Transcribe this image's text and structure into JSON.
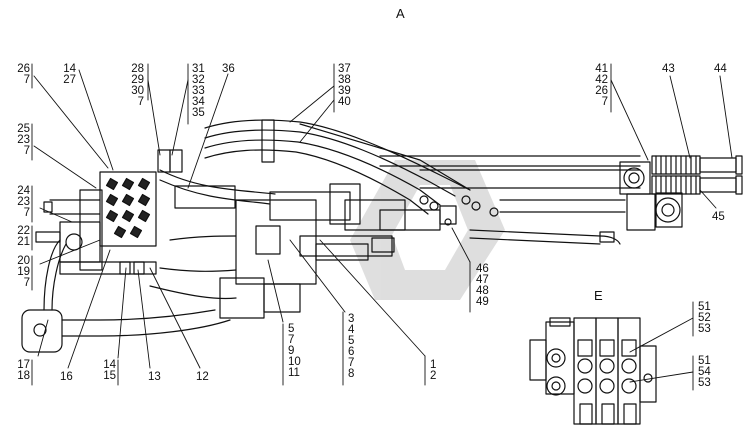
{
  "views": {
    "main": "А",
    "detail": "Е"
  },
  "callouts": {
    "c_26_7": [
      "26",
      "7"
    ],
    "c_14_27": [
      "14",
      "27"
    ],
    "c_28_30": [
      "28",
      "29",
      "30",
      "7"
    ],
    "c_31_35": [
      "31",
      "32",
      "33",
      "34",
      "35"
    ],
    "c_36": [
      "36"
    ],
    "c_37_40": [
      "37",
      "38",
      "39",
      "40"
    ],
    "c_41_7": [
      "41",
      "42",
      "26",
      "7"
    ],
    "c_43": [
      "43"
    ],
    "c_44": [
      "44"
    ],
    "c_45": [
      "45"
    ],
    "c_25_7": [
      "25",
      "23",
      "7"
    ],
    "c_24_7": [
      "24",
      "23",
      "7"
    ],
    "c_22_21": [
      "22",
      "21"
    ],
    "c_20_7": [
      "20",
      "19",
      "7"
    ],
    "c_17_18": [
      "17",
      "18"
    ],
    "c_16": [
      "16"
    ],
    "c_14_15": [
      "14",
      "15"
    ],
    "c_13": [
      "13"
    ],
    "c_12": [
      "12"
    ],
    "c_5_11": [
      "5",
      "7",
      "9",
      "10",
      "11"
    ],
    "c_3_8": [
      "3",
      "4",
      "5",
      "6",
      "7",
      "8"
    ],
    "c_1_2": [
      "1",
      "2"
    ],
    "c_46_49": [
      "46",
      "47",
      "48",
      "49"
    ],
    "c_51_53a": [
      "51",
      "52",
      "53"
    ],
    "c_51_53b": [
      "51",
      "54",
      "53"
    ]
  }
}
